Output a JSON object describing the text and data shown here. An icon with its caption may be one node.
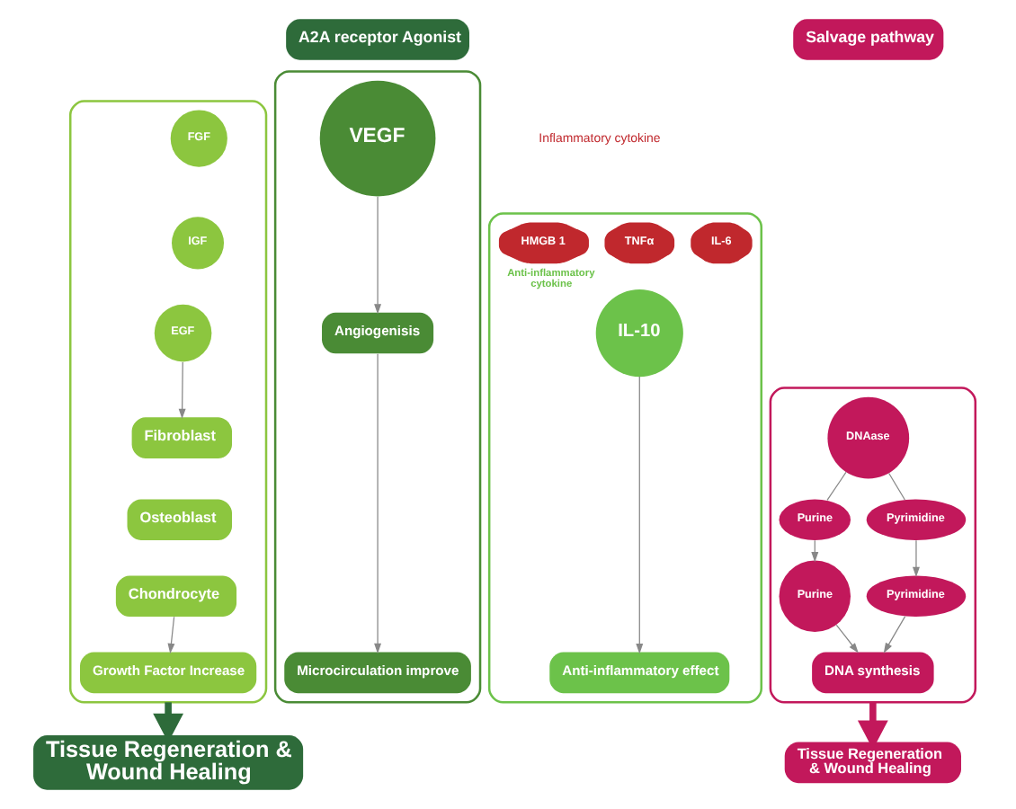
{
  "diagram": {
    "nodes": [
      {
        "text": [
          "A2A receptor Agonist"
        ]
      },
      {
        "text": [
          "Salvage pathway"
        ]
      },
      {
        "text": [],
        "shape": "box"
      },
      {
        "text": [
          "IL-6"
        ],
        "in": 2
      },
      {
        "text": [
          "TNFα"
        ],
        "in": 2
      },
      {
        "text": [
          "HMGB 1"
        ],
        "in": 2
      },
      {
        "text": [
          "IL-10"
        ],
        "in": 2,
        "beside": [
          "Anti-inflammatory cytokine"
        ]
      },
      {
        "text": [
          "Anti-inflammatory effect"
        ],
        "in": 2
      },
      {
        "text": [],
        "shape": "box"
      },
      {
        "text": [
          "FGF"
        ],
        "in": 8
      },
      {
        "text": [
          "IGF"
        ],
        "in": 8
      },
      {
        "text": [
          "EGF"
        ],
        "in": 8
      },
      {
        "text": [
          "Fibroblast"
        ],
        "in": 8
      },
      {
        "text": [
          "Osteoblast"
        ],
        "in": 8
      },
      {
        "text": [
          "Chondrocyte"
        ],
        "in": 8
      },
      {
        "text": [
          "Growth Factor Increase"
        ],
        "in": 8
      },
      {
        "text": [],
        "shape": "box"
      },
      {
        "text": [
          "VEGF"
        ],
        "in": 16
      },
      {
        "text": [
          "Angiogenisis"
        ],
        "in": 16
      },
      {
        "text": [
          "Microcirculation improve"
        ],
        "in": 16
      },
      {
        "text": [],
        "shape": "box"
      },
      {
        "text": [
          "DNAase"
        ],
        "in": 20
      },
      {
        "text": [
          "Purine"
        ],
        "in": 20
      },
      {
        "text": [
          "Pyrimidine"
        ],
        "in": 20
      },
      {
        "text": [
          "Purine"
        ],
        "in": 20
      },
      {
        "text": [
          "Pyrimidine"
        ],
        "in": 20
      },
      {
        "text": [
          "DNA synthesis"
        ],
        "in": 20
      },
      {
        "text": [
          "Tissue Regeneration & Wound Healing"
        ]
      },
      {
        "text": [
          "Tissue Regeneration & Wound Healing"
        ]
      }
    ],
    "edges": [
      {
        "from": 6,
        "to": 7,
        "arrow": "to"
      },
      {
        "from": 11,
        "to": 12,
        "arrow": "to"
      },
      {
        "from": 14,
        "to": 15,
        "arrow": "to"
      },
      {
        "from": 17,
        "to": 18,
        "arrow": "to"
      },
      {
        "from": 18,
        "to": 19,
        "arrow": "to"
      },
      {
        "from": 21,
        "to": 22,
        "arrow": "none"
      },
      {
        "from": 21,
        "to": 23,
        "arrow": "none"
      },
      {
        "from": 22,
        "to": 24,
        "arrow": "to"
      },
      {
        "from": 23,
        "to": 25,
        "arrow": "to"
      },
      {
        "from": 24,
        "to": 26,
        "arrow": "to"
      },
      {
        "from": 25,
        "to": 26,
        "arrow": "to"
      },
      {
        "from": 8,
        "to": 27,
        "arrow": "to",
        "style": "thick",
        "color": "#2e6b3a"
      },
      {
        "from": 20,
        "to": 28,
        "arrow": "to",
        "style": "thick",
        "color": "#c2185b"
      }
    ],
    "labels": [
      "Inflammatory cytokine"
    ]
  }
}
